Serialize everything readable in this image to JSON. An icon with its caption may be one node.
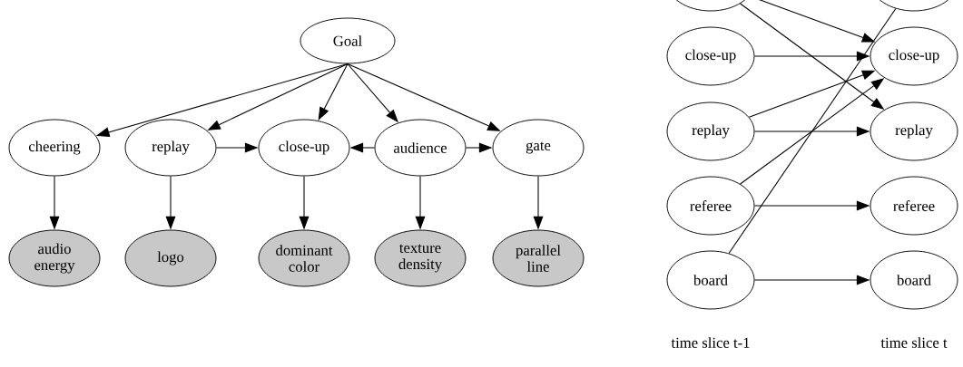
{
  "diagram": {
    "nodes": [
      {
        "text": [
          "Goal"
        ]
      },
      {
        "text": [
          "cheering"
        ]
      },
      {
        "text": [
          "replay"
        ]
      },
      {
        "text": [
          "close-up"
        ]
      },
      {
        "text": [
          "audience"
        ]
      },
      {
        "text": [
          "gate"
        ]
      },
      {
        "text": [
          "audio energy"
        ]
      },
      {
        "text": [
          "logo"
        ]
      },
      {
        "text": [
          "dominant color"
        ]
      },
      {
        "text": [
          "texture density"
        ]
      },
      {
        "text": [
          "parallel line"
        ]
      },
      {
        "text": [],
        "shape": "ellipse"
      },
      {
        "text": [],
        "shape": "ellipse"
      },
      {
        "text": [
          "close-up"
        ]
      },
      {
        "text": [
          "close-up"
        ]
      },
      {
        "text": [
          "replay"
        ]
      },
      {
        "text": [
          "replay"
        ]
      },
      {
        "text": [
          "referee"
        ]
      },
      {
        "text": [
          "referee"
        ]
      },
      {
        "text": [
          "board"
        ]
      },
      {
        "text": [
          "board"
        ]
      }
    ],
    "edges": [
      {
        "from": 0,
        "to": 1,
        "arrow": "to"
      },
      {
        "from": 0,
        "to": 2,
        "arrow": "to"
      },
      {
        "from": 0,
        "to": 3,
        "arrow": "to"
      },
      {
        "from": 0,
        "to": 4,
        "arrow": "to"
      },
      {
        "from": 0,
        "to": 5,
        "arrow": "to"
      },
      {
        "from": 2,
        "to": 3,
        "arrow": "to"
      },
      {
        "from": 4,
        "to": 3,
        "arrow": "to"
      },
      {
        "from": 4,
        "to": 5,
        "arrow": "to"
      },
      {
        "from": 1,
        "to": 6,
        "arrow": "to"
      },
      {
        "from": 2,
        "to": 7,
        "arrow": "to"
      },
      {
        "from": 3,
        "to": 8,
        "arrow": "to"
      },
      {
        "from": 4,
        "to": 9,
        "arrow": "to"
      },
      {
        "from": 5,
        "to": 10,
        "arrow": "to"
      },
      {
        "from": 11,
        "to": 14,
        "arrow": "to"
      },
      {
        "from": 11,
        "to": 16,
        "arrow": "to"
      },
      {
        "from": 13,
        "to": 14,
        "arrow": "to"
      },
      {
        "from": 15,
        "to": 14,
        "arrow": "to"
      },
      {
        "from": 15,
        "to": 16,
        "arrow": "to"
      },
      {
        "from": 17,
        "to": 14,
        "arrow": "to"
      },
      {
        "from": 17,
        "to": 18,
        "arrow": "to"
      },
      {
        "from": 19,
        "to": 12,
        "arrow": "none"
      },
      {
        "from": 19,
        "to": 20,
        "arrow": "to"
      }
    ],
    "labels": [
      "time slice t-1",
      "time slice t"
    ]
  }
}
